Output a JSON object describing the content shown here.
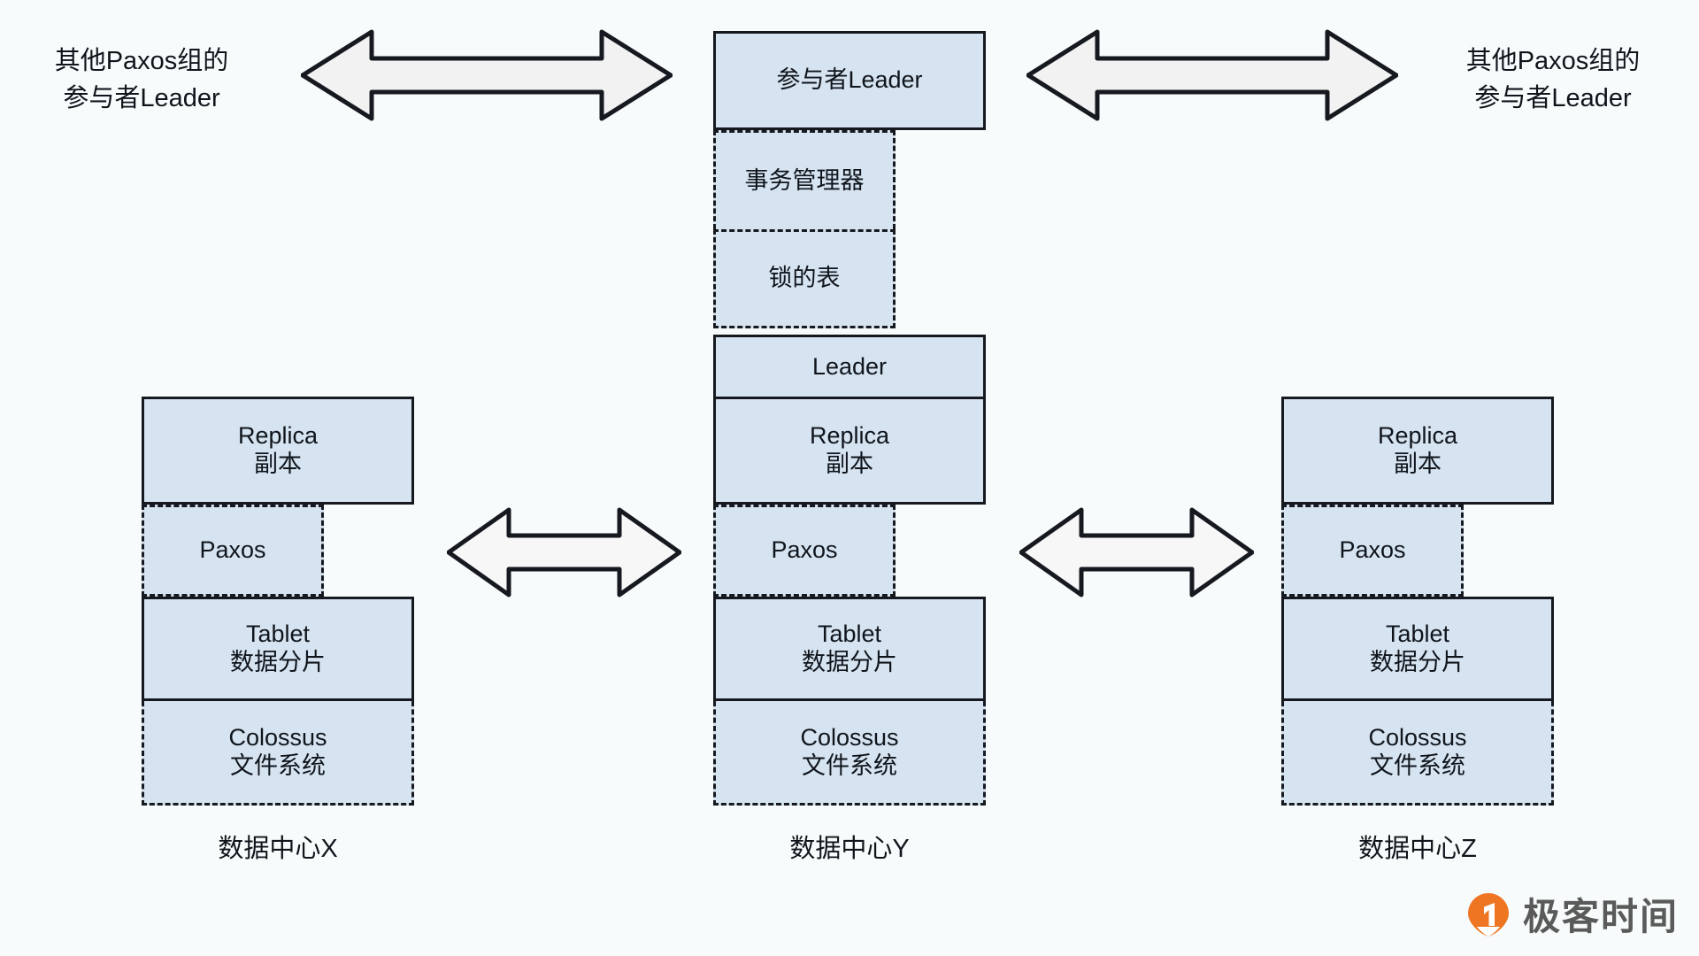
{
  "canvas": {
    "background": "#f7fbfb",
    "box_fill": "#d6e3f0",
    "box_stroke": "#16191f",
    "text_color": "#10151c",
    "logo_orange": "#ee7522",
    "logo_gray": "#5a5a5a"
  },
  "side_labels": {
    "left": {
      "line1": "其他Paxos组的",
      "line2": "参与者Leader"
    },
    "right": {
      "line1": "其他Paxos组的",
      "line2": "参与者Leader"
    }
  },
  "arrows": {
    "top_left": "double-headed-arrow",
    "top_right": "double-headed-arrow",
    "mid_left": "double-headed-arrow",
    "mid_right": "double-headed-arrow"
  },
  "center_stack": {
    "participant_leader": {
      "label": "参与者Leader",
      "style": "solid"
    },
    "transaction_manager": {
      "label": "事务管理器",
      "style": "dashed"
    },
    "lock_table": {
      "label": "锁的表",
      "style": "dashed"
    },
    "leader": {
      "label": "Leader",
      "style": "solid"
    },
    "replica": {
      "line1": "Replica",
      "line2": "副本",
      "style": "solid"
    },
    "paxos": {
      "label": "Paxos",
      "style": "dashed"
    },
    "tablet": {
      "line1": "Tablet",
      "line2": "数据分片",
      "style": "solid"
    },
    "colossus": {
      "line1": "Colossus",
      "line2": "文件系统",
      "style": "dashed"
    }
  },
  "left_stack": {
    "replica": {
      "line1": "Replica",
      "line2": "副本",
      "style": "solid"
    },
    "paxos": {
      "label": "Paxos",
      "style": "dashed"
    },
    "tablet": {
      "line1": "Tablet",
      "line2": "数据分片",
      "style": "solid"
    },
    "colossus": {
      "line1": "Colossus",
      "line2": "文件系统",
      "style": "dashed"
    }
  },
  "right_stack": {
    "replica": {
      "line1": "Replica",
      "line2": "副本",
      "style": "solid"
    },
    "paxos": {
      "label": "Paxos",
      "style": "dashed"
    },
    "tablet": {
      "line1": "Tablet",
      "line2": "数据分片",
      "style": "solid"
    },
    "colossus": {
      "line1": "Colossus",
      "line2": "文件系统",
      "style": "dashed"
    }
  },
  "datacenter_labels": {
    "x": "数据中心X",
    "y": "数据中心Y",
    "z": "数据中心Z"
  },
  "watermark": {
    "text": "极客时间",
    "icon": "geektime-pin-logo"
  }
}
